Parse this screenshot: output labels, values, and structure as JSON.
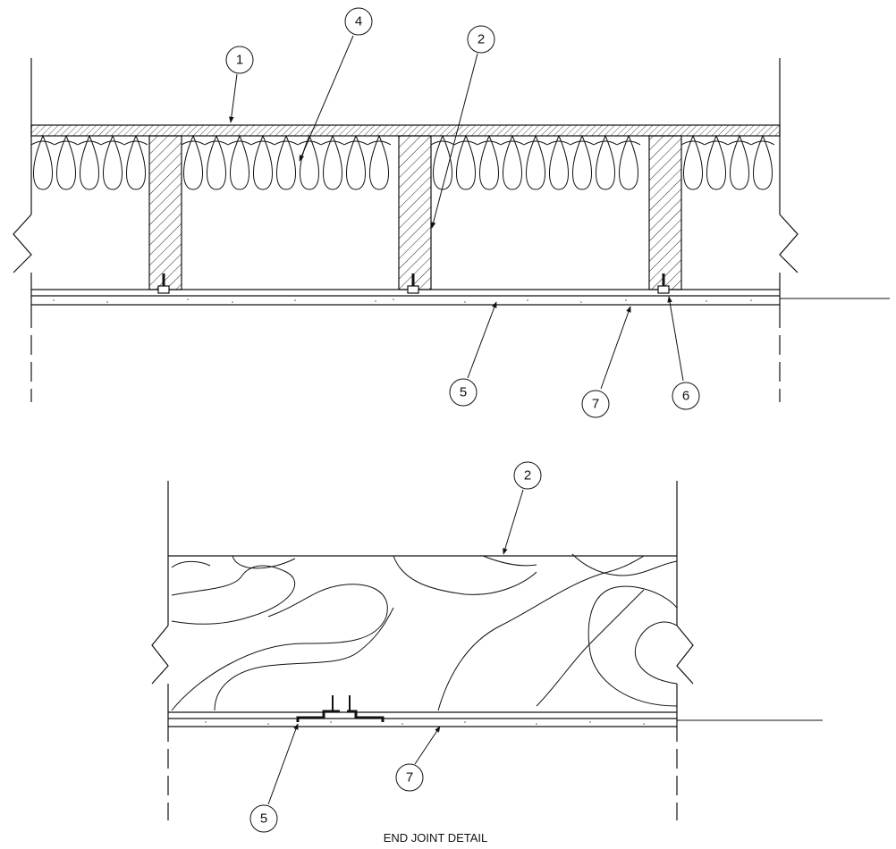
{
  "callouts": {
    "top": {
      "c1": "1",
      "c4": "4",
      "c2": "2",
      "c5": "5",
      "c7": "7",
      "c6": "6"
    },
    "bottom": {
      "c2": "2",
      "c7": "7",
      "c5": "5"
    }
  },
  "caption": "END JOINT DETAIL"
}
